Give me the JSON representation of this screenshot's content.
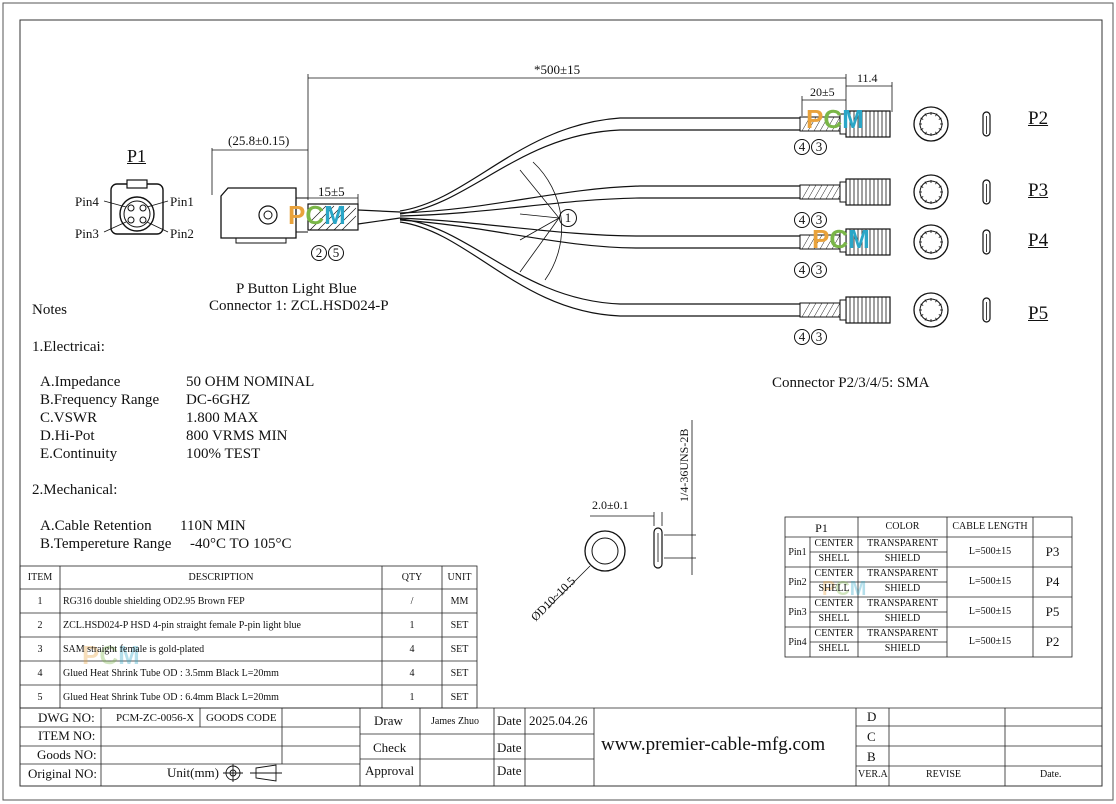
{
  "dimensions": {
    "overall_length": "*500±15",
    "p2_strip": "20±5",
    "p2_sma": "11.4",
    "p1_connector": "(25.8±0.15)",
    "p1_strip": "15±5",
    "sma_flat": "2.0±0.1",
    "sma_thread": "1/4-36UNS-2B",
    "sma_diameter": "ØD10~10.5"
  },
  "p1": {
    "label": "P1",
    "pins": [
      "Pin4",
      "Pin1",
      "Pin3",
      "Pin2"
    ],
    "caption_line1": "P  Button  Light  Blue",
    "caption_line2": "Connector  1: ZCL.HSD024-P",
    "balloons": [
      "2",
      "5"
    ]
  },
  "ports": [
    {
      "label": "P2",
      "balloons": [
        "4",
        "3"
      ]
    },
    {
      "label": "P3",
      "balloons": [
        "4",
        "3"
      ]
    },
    {
      "label": "P4",
      "balloons": [
        "4",
        "3"
      ]
    },
    {
      "label": "P5",
      "balloons": [
        "4",
        "3"
      ]
    }
  ],
  "cable_balloon": "1",
  "connector_sma_caption": "Connector  P2/3/4/5:  SMA",
  "logo": [
    "P",
    "C",
    "M"
  ],
  "notes": {
    "title": "Notes",
    "electrical_title": "1.Electricai:",
    "electrical": [
      {
        "k": "A.Impedance",
        "v": "50 OHM NOMINAL"
      },
      {
        "k": "B.Frequency Range",
        "v": "DC-6GHZ"
      },
      {
        "k": "C.VSWR",
        "v": "1.800 MAX"
      },
      {
        "k": "D.Hi-Pot",
        "v": "800 VRMS MIN"
      },
      {
        "k": "E.Continuity",
        "v": "100% TEST"
      }
    ],
    "mechanical_title": "2.Mechanical:",
    "mechanical": [
      {
        "k": "A.Cable Retention",
        "v": "110N MIN"
      },
      {
        "k": "B.Tempereture Range",
        "v": "-40°C TO 105°C"
      }
    ]
  },
  "bom": {
    "headers": [
      "ITEM",
      "DESCRIPTION",
      "QTY",
      "UNIT"
    ],
    "rows": [
      [
        "1",
        "RG316 double shielding OD2.95 Brown FEP",
        "/",
        "MM"
      ],
      [
        "2",
        "ZCL.HSD024-P HSD 4-pin straight female P-pin light blue",
        "1",
        "SET"
      ],
      [
        "3",
        "SAM straight female is gold-plated",
        "4",
        "SET"
      ],
      [
        "4",
        "Glued Heat Shrink Tube OD : 3.5mm Black L=20mm",
        "4",
        "SET"
      ],
      [
        "5",
        "Glued Heat Shrink Tube OD : 6.4mm Black L=20mm",
        "1",
        "SET"
      ]
    ]
  },
  "pinout": {
    "headers": [
      "P1",
      "COLOR",
      "CABLE LENGTH"
    ],
    "rows": [
      {
        "pin": "Pin1",
        "center": "CENTER",
        "center_color": "TRANSPARENT",
        "shell": "SHELL",
        "shell_color": "SHIELD",
        "length": "L=500±15",
        "port": "P3"
      },
      {
        "pin": "Pin2",
        "center": "CENTER",
        "center_color": "TRANSPARENT",
        "shell": "SHELL",
        "shell_color": "SHIELD",
        "length": "L=500±15",
        "port": "P4"
      },
      {
        "pin": "Pin3",
        "center": "CENTER",
        "center_color": "TRANSPARENT",
        "shell": "SHELL",
        "shell_color": "SHIELD",
        "length": "L=500±15",
        "port": "P5"
      },
      {
        "pin": "Pin4",
        "center": "CENTER",
        "center_color": "TRANSPARENT",
        "shell": "SHELL",
        "shell_color": "SHIELD",
        "length": "L=500±15",
        "port": "P2"
      }
    ]
  },
  "title_block": {
    "dwg_no_label": "DWG NO:",
    "dwg_no": "PCM-ZC-0056-X",
    "goods_code_label": "GOODS CODE",
    "item_no_label": "ITEM NO:",
    "goods_no_label": "Goods NO:",
    "original_no_label": "Original NO:",
    "unit_label": "Unit(mm)",
    "draw_label": "Draw",
    "draw_name": "James Zhuo",
    "check_label": "Check",
    "approval_label": "Approval",
    "date_label": "Date",
    "date_value": "2025.04.26",
    "website": "www.premier-cable-mfg.com",
    "revisions": [
      "D",
      "C",
      "B"
    ],
    "ver_label": "VER.A",
    "revise_label": "REVISE",
    "date2_label": "Date."
  }
}
